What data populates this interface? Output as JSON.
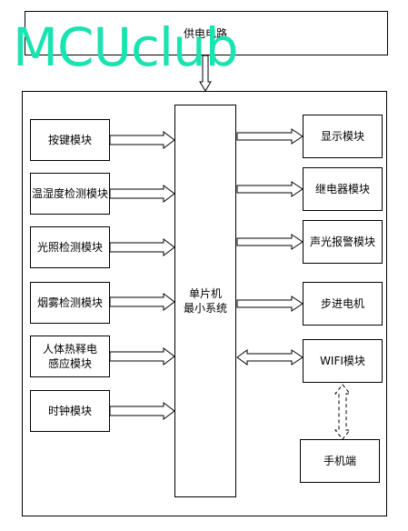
{
  "watermark": "MCUclub",
  "power": "供电电路",
  "mcu": [
    "单片机",
    "最小系统"
  ],
  "inputs": [
    "按键模块",
    "温湿度检测模块",
    "光照检测模块",
    "烟雾检测模块",
    "人体热释电感应模块",
    "时钟模块"
  ],
  "outputs": [
    "显示模块",
    "继电器模块",
    "声光报警模块",
    "步进电机",
    "WIFI模块"
  ],
  "phone": "手机端"
}
